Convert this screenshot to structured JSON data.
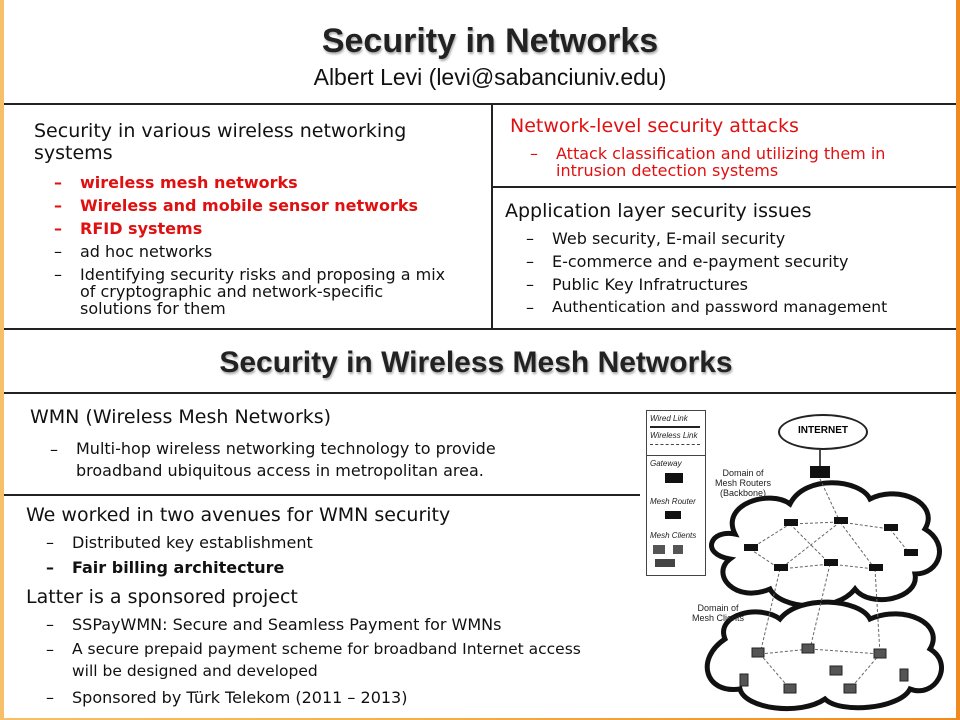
{
  "header": {
    "title": "Security in Networks",
    "author": "Albert Levi (levi@sabanciuniv.edu)"
  },
  "left_top": {
    "heading": "Security in various wireless networking systems",
    "heading_line1": "Security in various wireless networking",
    "heading_line2": "systems",
    "items": [
      "wireless mesh networks",
      "Wireless and mobile sensor networks",
      "RFID systems",
      "ad hoc networks",
      "Identifying security risks and proposing a mix of cryptographic and network-specific solutions for them"
    ],
    "item5_l1": "Identifying security risks and proposing a mix",
    "item5_l2": "of cryptographic and network-specific",
    "item5_l3": "solutions for them"
  },
  "right_top": {
    "heading": "Network-level security attacks",
    "item": "Attack classification and utilizing them in intrusion detection systems",
    "item_l1": "Attack classification and utilizing them in",
    "item_l2": "intrusion detection systems"
  },
  "right_mid": {
    "heading": "Application layer security issues",
    "items": [
      "Web security, E-mail security",
      "E-commerce and e-payment security",
      "Public Key Infratructures",
      "Authentication and password management"
    ]
  },
  "section2": {
    "title": "Security in Wireless Mesh Networks",
    "wmn_heading": "WMN (Wireless Mesh Networks)",
    "wmn_item": "Multi-hop wireless networking technology to provide broadband ubiquitous access in metropolitan area.",
    "wmn_item_l1": "Multi-hop wireless networking technology to provide",
    "wmn_item_l2": "broadband  ubiquitous access in metropolitan area.",
    "avenues_heading": "We worked in two avenues for WMN security",
    "avenues_items": [
      "Distributed key establishment",
      "Fair billing architecture"
    ],
    "project_heading": "Latter is a sponsored project",
    "project_items": [
      "SSPayWMN: Secure and Seamless Payment for WMNs",
      "A secure prepaid payment scheme for broadband Internet access will be designed and developed",
      "Sponsored by Türk Telekom (2011 – 2013)"
    ],
    "project_item2_l1": "A secure prepaid payment scheme for broadband Internet access",
    "project_item2_l2": "will be designed and developed",
    "dash": "–"
  },
  "diagram": {
    "legend": [
      "Wired Link",
      "Wireless Link",
      "Gateway",
      "Mesh Router",
      "Mesh Clients"
    ],
    "internet": "INTERNET",
    "backbone_label_l1": "Domain of",
    "backbone_label_l2": "Mesh Routers",
    "backbone_label_l3": "(Backbone)",
    "clients_label_l1": "Domain of",
    "clients_label_l2": "Mesh Clients"
  }
}
